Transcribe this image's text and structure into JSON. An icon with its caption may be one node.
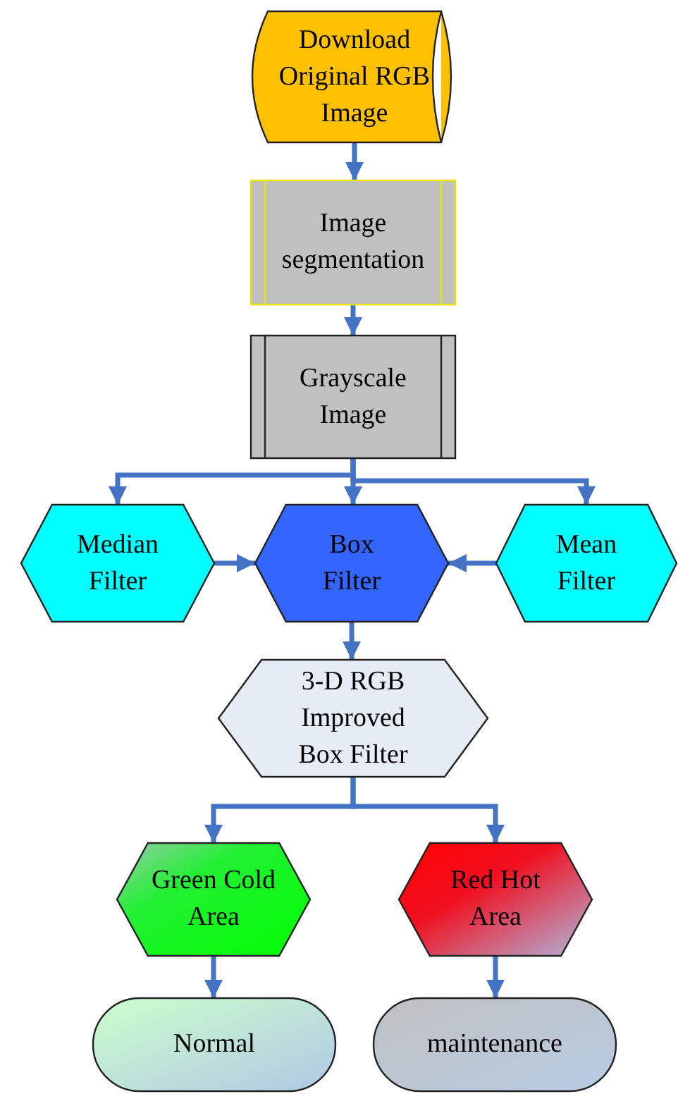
{
  "diagram": {
    "nodes": [
      {
        "text": [
          "Download Original RGB Image"
        ]
      },
      {
        "text": [
          "Image segmentation"
        ]
      },
      {
        "text": [
          "Grayscale Image"
        ]
      },
      {
        "text": [
          "Median Filter"
        ]
      },
      {
        "text": [
          "Box Filter"
        ]
      },
      {
        "text": [
          "Mean Filter"
        ]
      },
      {
        "text": [
          "3-D RGB Improved Box Filter"
        ]
      },
      {
        "text": [
          "Green Cold Area"
        ]
      },
      {
        "text": [
          "Red Hot Area"
        ]
      },
      {
        "text": [
          "Normal"
        ]
      },
      {
        "text": [
          "maintenance"
        ]
      }
    ],
    "edges": [
      {
        "from": 0,
        "to": 1,
        "arrow": "to"
      },
      {
        "from": 1,
        "to": 2,
        "arrow": "to"
      },
      {
        "from": 2,
        "to": 3,
        "arrow": "to"
      },
      {
        "from": 2,
        "to": 4,
        "arrow": "to"
      },
      {
        "from": 2,
        "to": 5,
        "arrow": "to"
      },
      {
        "from": 3,
        "to": 4,
        "arrow": "to"
      },
      {
        "from": 5,
        "to": 4,
        "arrow": "to"
      },
      {
        "from": 4,
        "to": 6,
        "arrow": "to"
      },
      {
        "from": 6,
        "to": 7,
        "arrow": "to"
      },
      {
        "from": 6,
        "to": 8,
        "arrow": "to"
      },
      {
        "from": 7,
        "to": 9,
        "arrow": "to"
      },
      {
        "from": 8,
        "to": 10,
        "arrow": "to"
      }
    ]
  }
}
